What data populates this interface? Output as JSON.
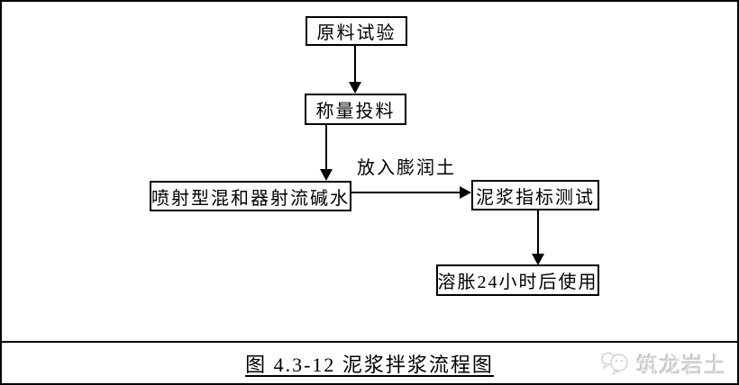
{
  "flowchart": {
    "nodes": [
      {
        "id": "raw-material-test",
        "label": "原料试验"
      },
      {
        "id": "weighing-feeding",
        "label": "称量投料"
      },
      {
        "id": "jet-mixer-alkaline-water",
        "label": "喷射型混和器射流碱水"
      },
      {
        "id": "mud-index-test",
        "label": "泥浆指标测试"
      },
      {
        "id": "use-after-swelling",
        "label": "溶胀24小时后使用"
      }
    ],
    "edges": [
      {
        "from": "raw-material-test",
        "to": "weighing-feeding",
        "label": ""
      },
      {
        "from": "weighing-feeding",
        "to": "jet-mixer-alkaline-water",
        "label": ""
      },
      {
        "from": "jet-mixer-alkaline-water",
        "to": "mud-index-test",
        "label": "放入膨润土"
      },
      {
        "from": "mud-index-test",
        "to": "use-after-swelling",
        "label": ""
      }
    ],
    "edge_label": "放入膨润土"
  },
  "caption": {
    "text": "图 4.3-12 泥浆拌浆流程图"
  },
  "watermark": {
    "text": "筑龙岩土"
  },
  "colors": {
    "line": "#000000",
    "background": "#ffffff",
    "watermark": "#d6d6d6"
  }
}
